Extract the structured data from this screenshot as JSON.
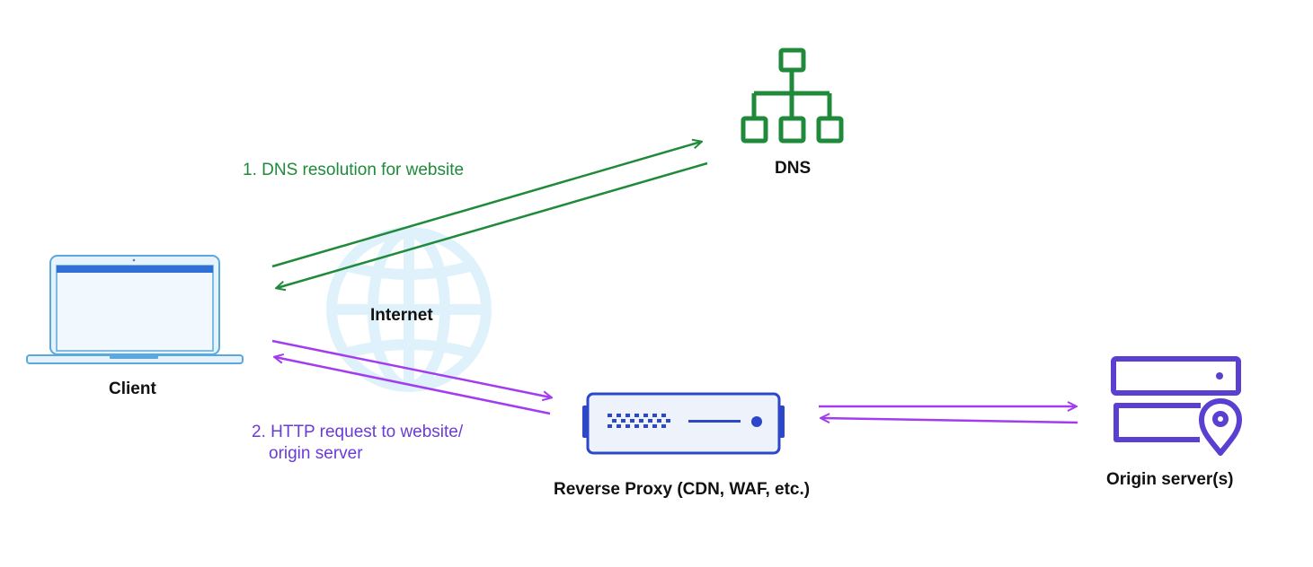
{
  "nodes": {
    "dns": "DNS",
    "internet": "Internet",
    "client": "Client",
    "proxy": "Reverse Proxy (CDN, WAF, etc.)",
    "origin": "Origin server(s)"
  },
  "steps": {
    "step1": "1. DNS resolution for website",
    "step2_line1": "2. HTTP request to website/",
    "step2_line2": "origin server"
  },
  "icons": {
    "dns": "hierarchy-icon",
    "internet": "globe-icon",
    "client": "laptop-icon",
    "proxy": "reverse-proxy-device-icon",
    "origin": "server-location-icon"
  },
  "colors": {
    "dns_flow": "#1f8a3a",
    "http_flow": "#a23cf0",
    "step2_text": "#6b3bd8",
    "globe": "#dff2fb",
    "laptop_fill": "#e6f3fc",
    "laptop_stroke": "#5aa8dc",
    "proxy_blue": "#2c47c8",
    "server_purple": "#5b3fd1"
  }
}
